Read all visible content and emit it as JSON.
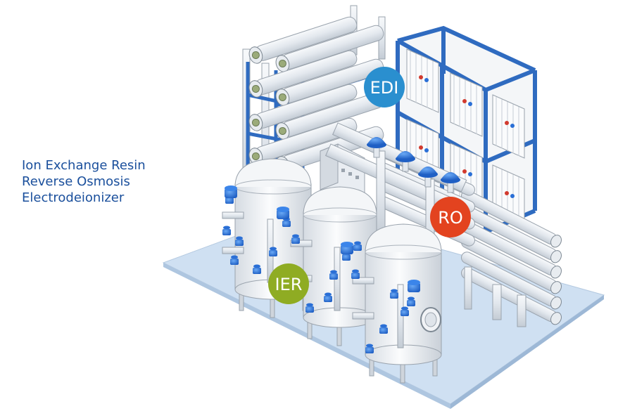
{
  "legend": {
    "line1": "Ion Exchange Resin",
    "line2": "Reverse Osmosis",
    "line3": "Electrodeionizer"
  },
  "badges": {
    "edi": {
      "label": "EDI",
      "color": "#2a8fcf"
    },
    "ro": {
      "label": "RO",
      "color": "#e3431f"
    },
    "ier": {
      "label": "IER",
      "color": "#8fac23"
    }
  },
  "colors": {
    "frame_blue": "#2f6bc0",
    "valve_blue": "#2a6fd6",
    "platform": "#cfe0f2",
    "equipment": "#eef1f5",
    "outline": "#9aa3ad"
  }
}
